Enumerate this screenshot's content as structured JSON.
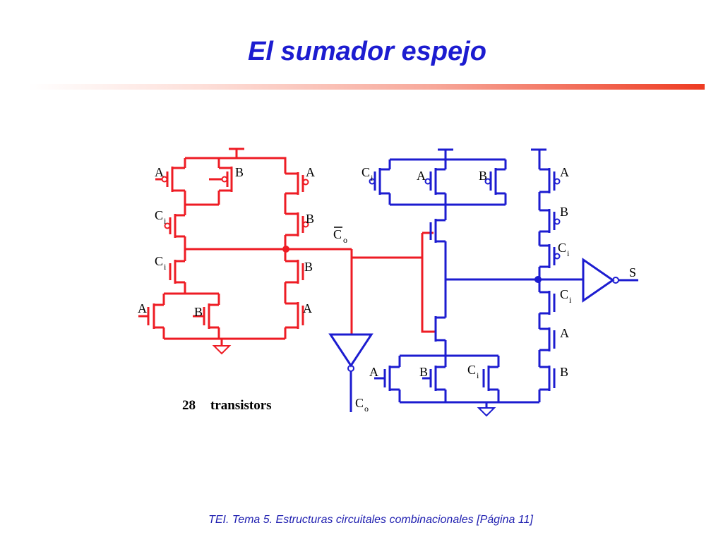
{
  "slide": {
    "title": "El sumador espejo",
    "footer": "TEI. Tema 5. Estructuras circuitales combinacionales [Página 11]"
  },
  "colors": {
    "title": "#1c1cd0",
    "carry_stage": "#ee1c24",
    "sum_stage": "#1c1cd0",
    "output": "#1c1cd0"
  },
  "labels": {
    "a": "A",
    "b": "B",
    "c": "C",
    "ci_sub": "i",
    "co_sub": "o",
    "s": "S",
    "transistor_count": "28",
    "transistor_word": "transistors"
  }
}
